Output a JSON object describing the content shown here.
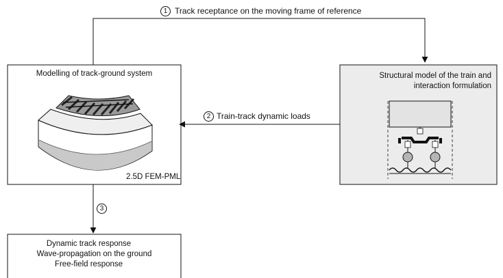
{
  "arrows": {
    "top": {
      "number": "1",
      "label": "Track receptance on the moving frame of reference"
    },
    "middle": {
      "number": "2",
      "label": "Train-track dynamic loads"
    },
    "bottom": {
      "number": "3"
    }
  },
  "left_box": {
    "title": "Modelling of track-ground system",
    "method": "2.5D FEM-PML"
  },
  "right_box": {
    "title_line1": "Structural model of the train and",
    "title_line2": "interaction formulation"
  },
  "bottom_box": {
    "line1": "Dynamic track response",
    "line2": "Wave-propagation on the ground",
    "line3": "Free-field response"
  },
  "colors": {
    "right_box_fill": "#ececec",
    "illustration_fill": "#e3e3e3",
    "ground_fill": "#c9c9c9",
    "wheel_fill": "#b5b5b5",
    "line": "#111111"
  }
}
